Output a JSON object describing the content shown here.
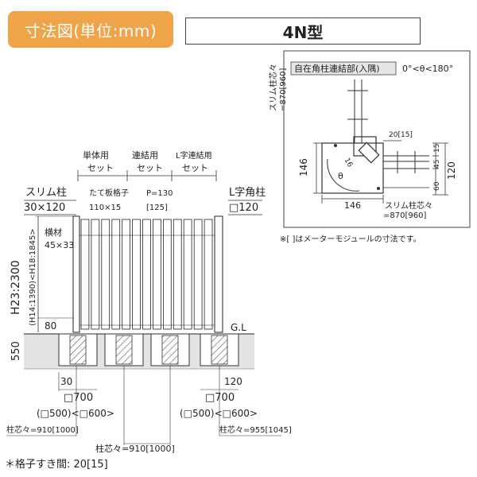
{
  "header": {
    "title": "寸法図(単位:mm)",
    "model": "4N型"
  },
  "inset": {
    "label": "自在角柱連結部(入隅)",
    "angle_range": "0°<θ<180°",
    "v_label_1": "スリム柱芯々",
    "v_label_2": "=870[960]",
    "h_label_1": "スリム柱芯々",
    "h_label_2": "=870[960]",
    "dim_left": "146",
    "dim_bottom": "146",
    "dim_20": "20[15]",
    "dim_15": "15",
    "dim_45": "45",
    "dim_60": "60",
    "dim_120": "120",
    "dim_16": "16",
    "theta": "θ"
  },
  "note_module": "※[ ]はメーターモジュールの寸法です。",
  "main": {
    "set_single_1": "単体用",
    "set_single_2": "セット",
    "set_link_1": "連結用",
    "set_link_2": "セット",
    "set_l_1": "L字連結用",
    "set_l_2": "セット",
    "slim_post_1": "スリム柱",
    "slim_post_2": "30×120",
    "slat_1": "たて板格子",
    "slat_2": "110×15",
    "pitch_1": "P=130",
    "pitch_2": "[125]",
    "l_post_1": "L字角柱",
    "l_post_2": "□120",
    "rail_1": "横材",
    "rail_2": "45×33",
    "height_1": "H23:2300",
    "height_2": "(H14:1390)<H18:1845>",
    "gap_80": "80",
    "gl": "G.L",
    "depth_550": "550",
    "dim_30": "30",
    "dim_120": "120",
    "fnd_left": "□700",
    "fnd_right": "□700",
    "fnd_alt_left": "(□500)<□600>",
    "fnd_alt_right": "(□500)<□600>",
    "span_left": "柱芯々=910[1000]",
    "span_center": "柱芯々=910[1000]",
    "span_right": "柱芯々=955[1045]"
  },
  "footnote": "＊格子すき間: 20[15]"
}
